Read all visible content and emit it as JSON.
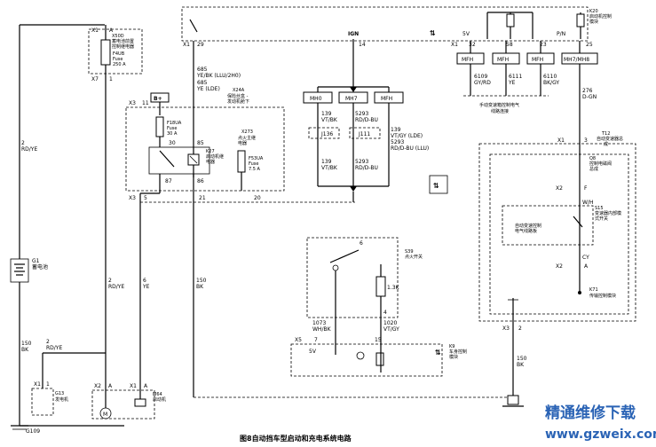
{
  "caption": "图8自动挡车型启动和充电系统电路",
  "watermark": {
    "cn": "精通维修下载",
    "url": "www.gzweix.com"
  },
  "fuse_block_x50": {
    "code": "X50D",
    "name_line1": "蓄电池前置",
    "name_line2": "控制继电器",
    "fuse_id": "F4UB",
    "fuse_word": "Fuse",
    "fuse_rating": "250 A",
    "pin_top": "X1",
    "pin_a": "A",
    "pin_bottom": "X7",
    "pin_bottom_num": "1"
  },
  "ign_label": "IGN",
  "b_plus": "B+",
  "x3_top_pin": "X3",
  "x3_top_num": "11",
  "x1_29": {
    "x": "X1",
    "num": "29"
  },
  "x1_14": "14",
  "wires_top": {
    "w1": "685",
    "w1_color": "YE/BK (LLU/2H0)",
    "w2": "685",
    "w2_color": "YE (LDE)"
  },
  "x24a": {
    "code": "X24A",
    "line1": "保险丝盒 -",
    "line2": "发动机舱下"
  },
  "f18ua": {
    "id": "F18UA",
    "word": "Fuse",
    "rating": "30 A"
  },
  "k27": {
    "code": "K27",
    "line1": "启动机继",
    "line2": "电器"
  },
  "k27_pins": {
    "p85": "85",
    "p30": "30",
    "p87": "87",
    "p86": "86"
  },
  "x3_bottom": {
    "x": "X3",
    "p5": "5",
    "p21": "21",
    "p20": "20"
  },
  "x273": {
    "code": "X273",
    "line1": "点火主继",
    "line2": "电器"
  },
  "f53ua": {
    "id": "F53UA",
    "word": "Fuse",
    "rating": "7.5 A"
  },
  "pcm_pins": {
    "a": "MH0",
    "b": "MH7",
    "c": "MFH"
  },
  "mid_wires": {
    "a_num": "139",
    "a_color": "VT/BK",
    "b_num": "5293",
    "b_color": "RD/D-BU",
    "c_num": "139",
    "c_color": "VT/BK",
    "d_num": "5293",
    "d_color": "RD/D-BU",
    "e_num": "139",
    "e_color": "VT/GY (LDE)",
    "f_num": "5293",
    "f_color": "RD/D-BU (LLU)"
  },
  "j136": "J136",
  "j111": "J111",
  "battery": {
    "code": "G1",
    "name": "蓄电池"
  },
  "wire_2_rdye_left": {
    "num": "2",
    "color": "RD/YE"
  },
  "wire_2_rdye_mid": {
    "num": "2",
    "color": "RD/YE"
  },
  "wire_6_ye": {
    "num": "6",
    "color": "YE"
  },
  "wire_150_bk_mid": {
    "num": "150",
    "color": "BK"
  },
  "wire_150_bk_left": {
    "num": "150",
    "color": "BK"
  },
  "wire_2_rdye_low": {
    "num": "2",
    "color": "RD/YE"
  },
  "generator": {
    "code": "G13",
    "name": "发电机",
    "pin": "X1",
    "pin_num": "1"
  },
  "starter": {
    "code": "M64",
    "name": "启动机",
    "pin_x2": "X2",
    "pin_a": "A",
    "pin_x1": "X1",
    "pin_a2": "A"
  },
  "ground_g109": "G109",
  "s39": {
    "code": "S39",
    "name": "点火开关",
    "pin6": "6",
    "pin4": "4",
    "res": "1.3K"
  },
  "wires_low": {
    "w1_num": "1073",
    "w1_color": "WH/BK",
    "w2_num": "1020",
    "w2_color": "VT/GY"
  },
  "x5_module": {
    "pin": "X5",
    "p7": "7",
    "p15": "15",
    "v": "5V",
    "code": "K9",
    "line1": "车身控制",
    "line2": "模块"
  },
  "k20": {
    "code": "K20",
    "line1": "启动机控制",
    "line2": "模块"
  },
  "ecm_pins": {
    "x1": "X1",
    "p32": "32",
    "p58": "58",
    "p23": "23",
    "p25": "25",
    "fivev": "5V",
    "pn": "P/N",
    "a": "MFH",
    "b": "MFH",
    "c": "MFH",
    "d": "MH7/MH8"
  },
  "ecm_wires": {
    "a_num": "6109",
    "a_color": "GY/RD",
    "b_num": "6111",
    "b_color": "YE",
    "c_num": "6110",
    "c_color": "BK/GY"
  },
  "ecm_bottom_label_l1": "手动变速箱控制电气",
  "ecm_bottom_label_l2": "线路连接",
  "wire_276": {
    "num": "276",
    "color": "D-GN"
  },
  "t12": {
    "code": "T12",
    "line1": "自动变速器总",
    "line2": "成"
  },
  "q8": {
    "code": "Q8",
    "line1": "控制电磁阀",
    "line2": "总成"
  },
  "s15": {
    "code": "S15",
    "line1": "变速器内部模",
    "line2": "式开关"
  },
  "tcm_inner": {
    "line1": "自动变速控制",
    "line2": "电气线路板"
  },
  "k71": {
    "code": "K71",
    "name": "传输控制模块"
  },
  "t12_pins": {
    "x1": "X1",
    "p3": "3",
    "x2": "X2",
    "f": "F",
    "wh": "W/H",
    "cy": "CY",
    "x2b": "X2",
    "a": "A",
    "x3": "X3",
    "p2": "2"
  },
  "wire_150_bk_right": {
    "num": "150",
    "color": "BK"
  },
  "arrows_sym": "⇅"
}
